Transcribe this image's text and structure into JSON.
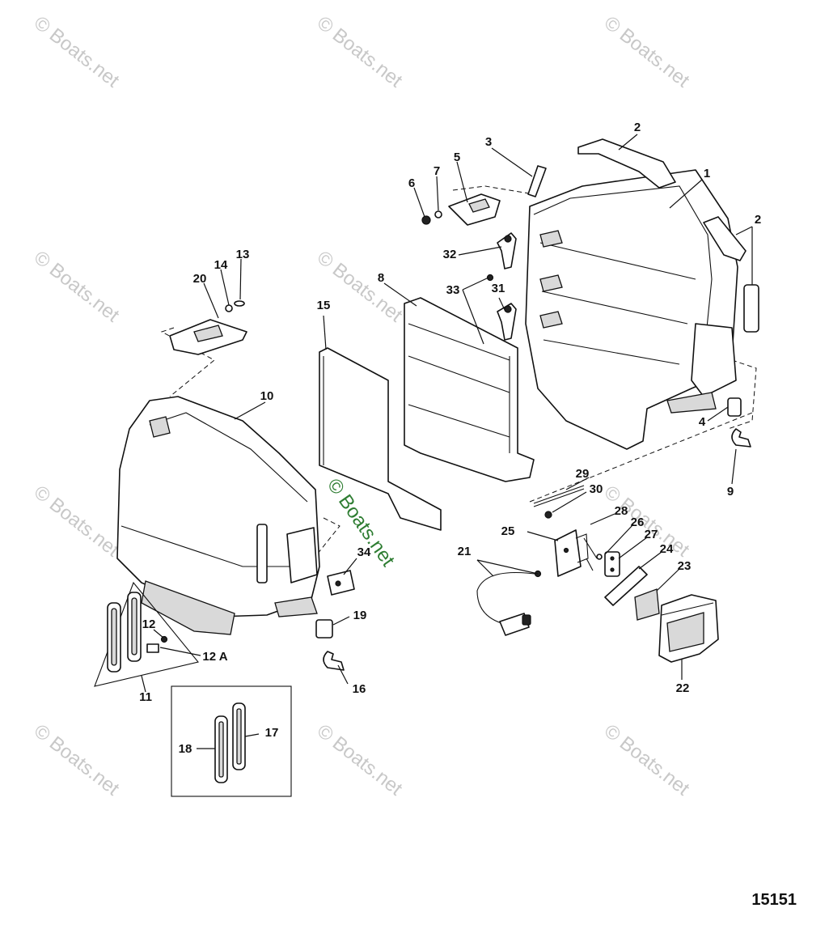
{
  "watermark": "© Boats.net",
  "figure_number": "15151",
  "callouts": [
    {
      "id": "c1",
      "text": "1"
    },
    {
      "id": "c2a",
      "text": "2"
    },
    {
      "id": "c2b",
      "text": "2"
    },
    {
      "id": "c3",
      "text": "3"
    },
    {
      "id": "c4",
      "text": "4"
    },
    {
      "id": "c5",
      "text": "5"
    },
    {
      "id": "c6",
      "text": "6"
    },
    {
      "id": "c7",
      "text": "7"
    },
    {
      "id": "c8",
      "text": "8"
    },
    {
      "id": "c9",
      "text": "9"
    },
    {
      "id": "c10",
      "text": "10"
    },
    {
      "id": "c11",
      "text": "11"
    },
    {
      "id": "c12",
      "text": "12"
    },
    {
      "id": "c12a",
      "text": "12 A"
    },
    {
      "id": "c13",
      "text": "13"
    },
    {
      "id": "c14",
      "text": "14"
    },
    {
      "id": "c15",
      "text": "15"
    },
    {
      "id": "c16",
      "text": "16"
    },
    {
      "id": "c17",
      "text": "17"
    },
    {
      "id": "c18",
      "text": "18"
    },
    {
      "id": "c19",
      "text": "19"
    },
    {
      "id": "c20",
      "text": "20"
    },
    {
      "id": "c21",
      "text": "21"
    },
    {
      "id": "c22",
      "text": "22"
    },
    {
      "id": "c23",
      "text": "23"
    },
    {
      "id": "c24",
      "text": "24"
    },
    {
      "id": "c25",
      "text": "25"
    },
    {
      "id": "c26",
      "text": "26"
    },
    {
      "id": "c27",
      "text": "27"
    },
    {
      "id": "c28",
      "text": "28"
    },
    {
      "id": "c29",
      "text": "29"
    },
    {
      "id": "c30",
      "text": "30"
    },
    {
      "id": "c31",
      "text": "31"
    },
    {
      "id": "c32",
      "text": "32"
    },
    {
      "id": "c33",
      "text": "33"
    },
    {
      "id": "c34",
      "text": "34"
    }
  ]
}
